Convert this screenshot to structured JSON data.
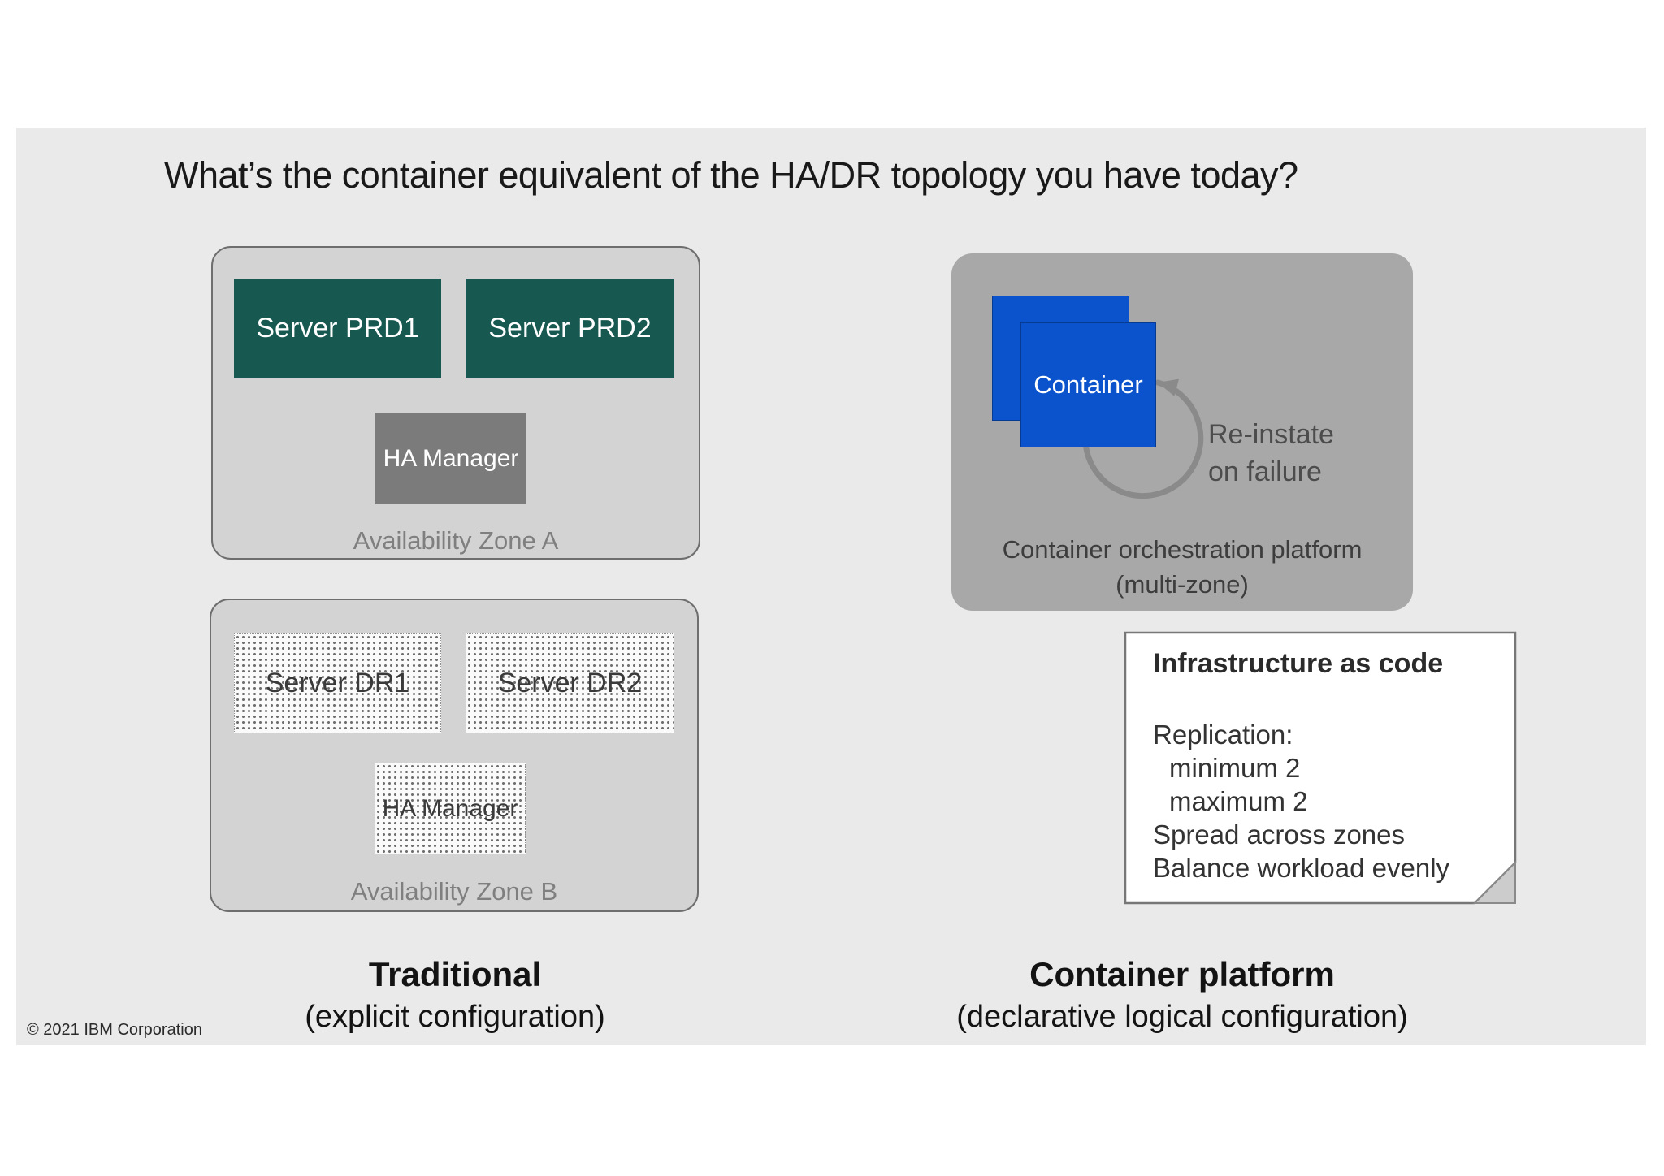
{
  "slide": {
    "title": "What’s the container equivalent of the HA/DR topology you have today?",
    "copyright": "© 2021 IBM Corporation"
  },
  "traditional": {
    "zone_a": {
      "label": "Availability Zone A",
      "server1": "Server PRD1",
      "server2": "Server PRD2",
      "ha_manager": "HA Manager"
    },
    "zone_b": {
      "label": "Availability Zone B",
      "server1": "Server DR1",
      "server2": "Server DR2",
      "ha_manager": "HA Manager"
    },
    "caption_title": "Traditional",
    "caption_sub": "(explicit configuration)"
  },
  "container_platform": {
    "container_label": "Container",
    "arrow_label_line1": "Re-instate",
    "arrow_label_line2": "on failure",
    "platform_caption_line1": "Container orchestration platform",
    "platform_caption_line2": "(multi-zone)",
    "note": {
      "title": "Infrastructure as code",
      "lines": [
        "Replication:",
        "minimum 2",
        "maximum 2",
        "Spread across zones",
        "Balance workload evenly"
      ]
    },
    "caption_title": "Container platform",
    "caption_sub": "(declarative logical configuration)"
  },
  "colors": {
    "slide_bg": "#eaeaea",
    "zone_fill": "#d3d3d3",
    "zone_border": "#6e6e6e",
    "server_teal": "#175850",
    "ha_gray": "#7b7b7b",
    "platform_gray": "#a8a8a8",
    "container_blue": "#0b53cc",
    "arrow_gray": "#8a8a8a",
    "note_fold_gray": "#cccccc"
  }
}
